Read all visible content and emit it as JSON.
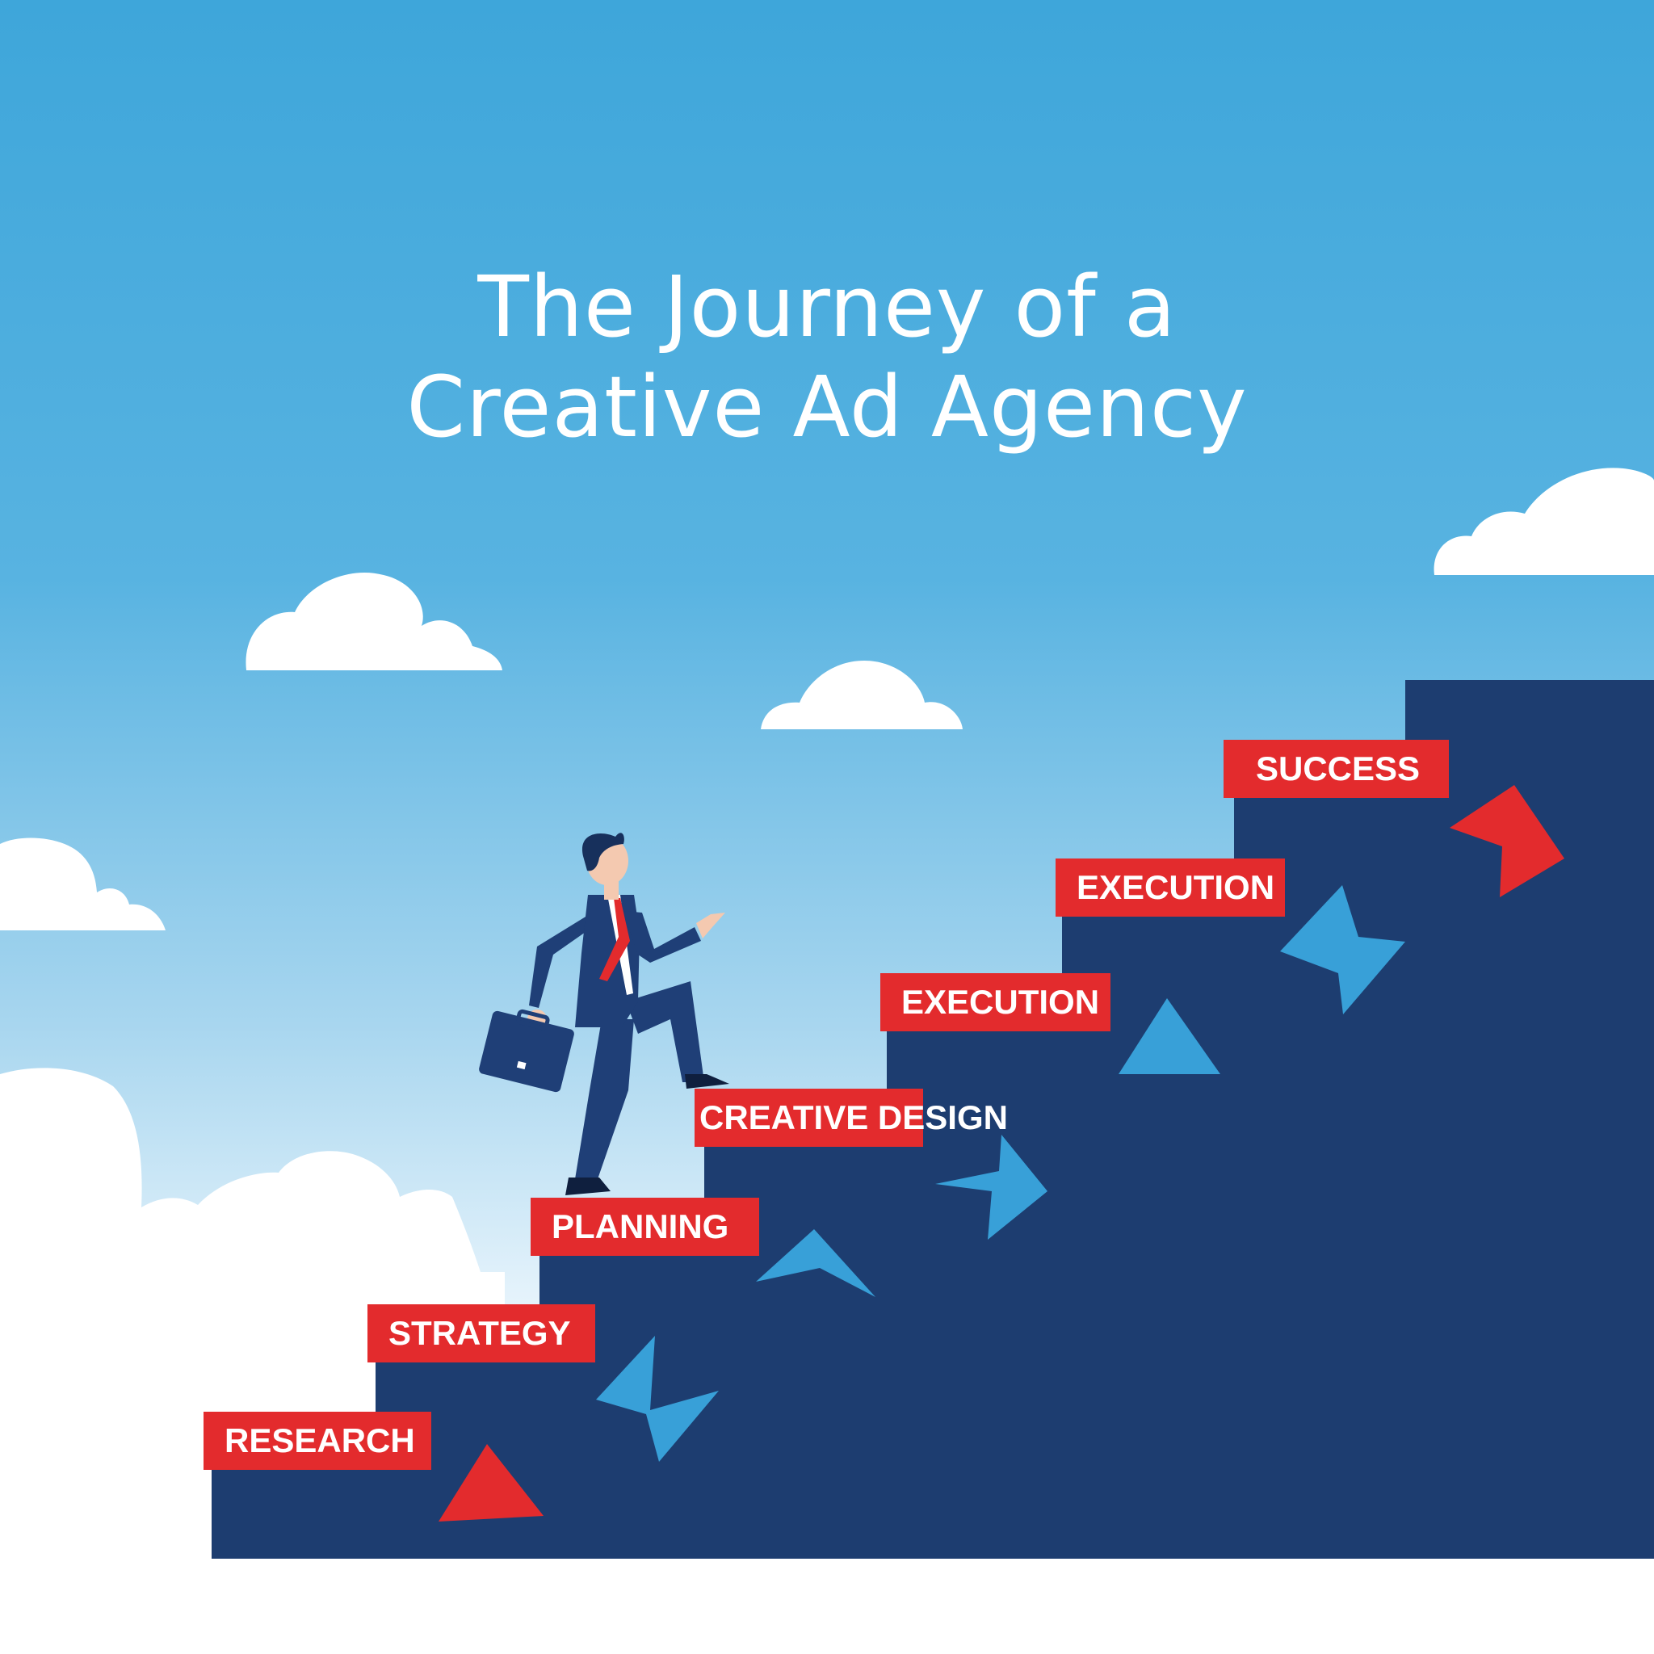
{
  "title": {
    "line1": "The Journey of a",
    "line2": "Creative Ad Agency"
  },
  "steps": [
    {
      "label": "RESEARCH"
    },
    {
      "label": "STRATEGY"
    },
    {
      "label": "PLANNING"
    },
    {
      "label": "CREATIVE DESIGN"
    },
    {
      "label": "EXECUTION"
    },
    {
      "label": "EXECUTION"
    },
    {
      "label": "SUCCESS"
    }
  ],
  "colors": {
    "sky_top": "#3fa7da",
    "sky_bottom": "#ffffff",
    "stairs": "#1d3d70",
    "label_red": "#e32b2d",
    "arrow_blue": "#38a0d8",
    "arrow_red": "#e32b2d",
    "suit": "#1f3f77"
  },
  "figure": {
    "icon": "businessman-climbing-icon",
    "accessory": "briefcase-icon"
  }
}
